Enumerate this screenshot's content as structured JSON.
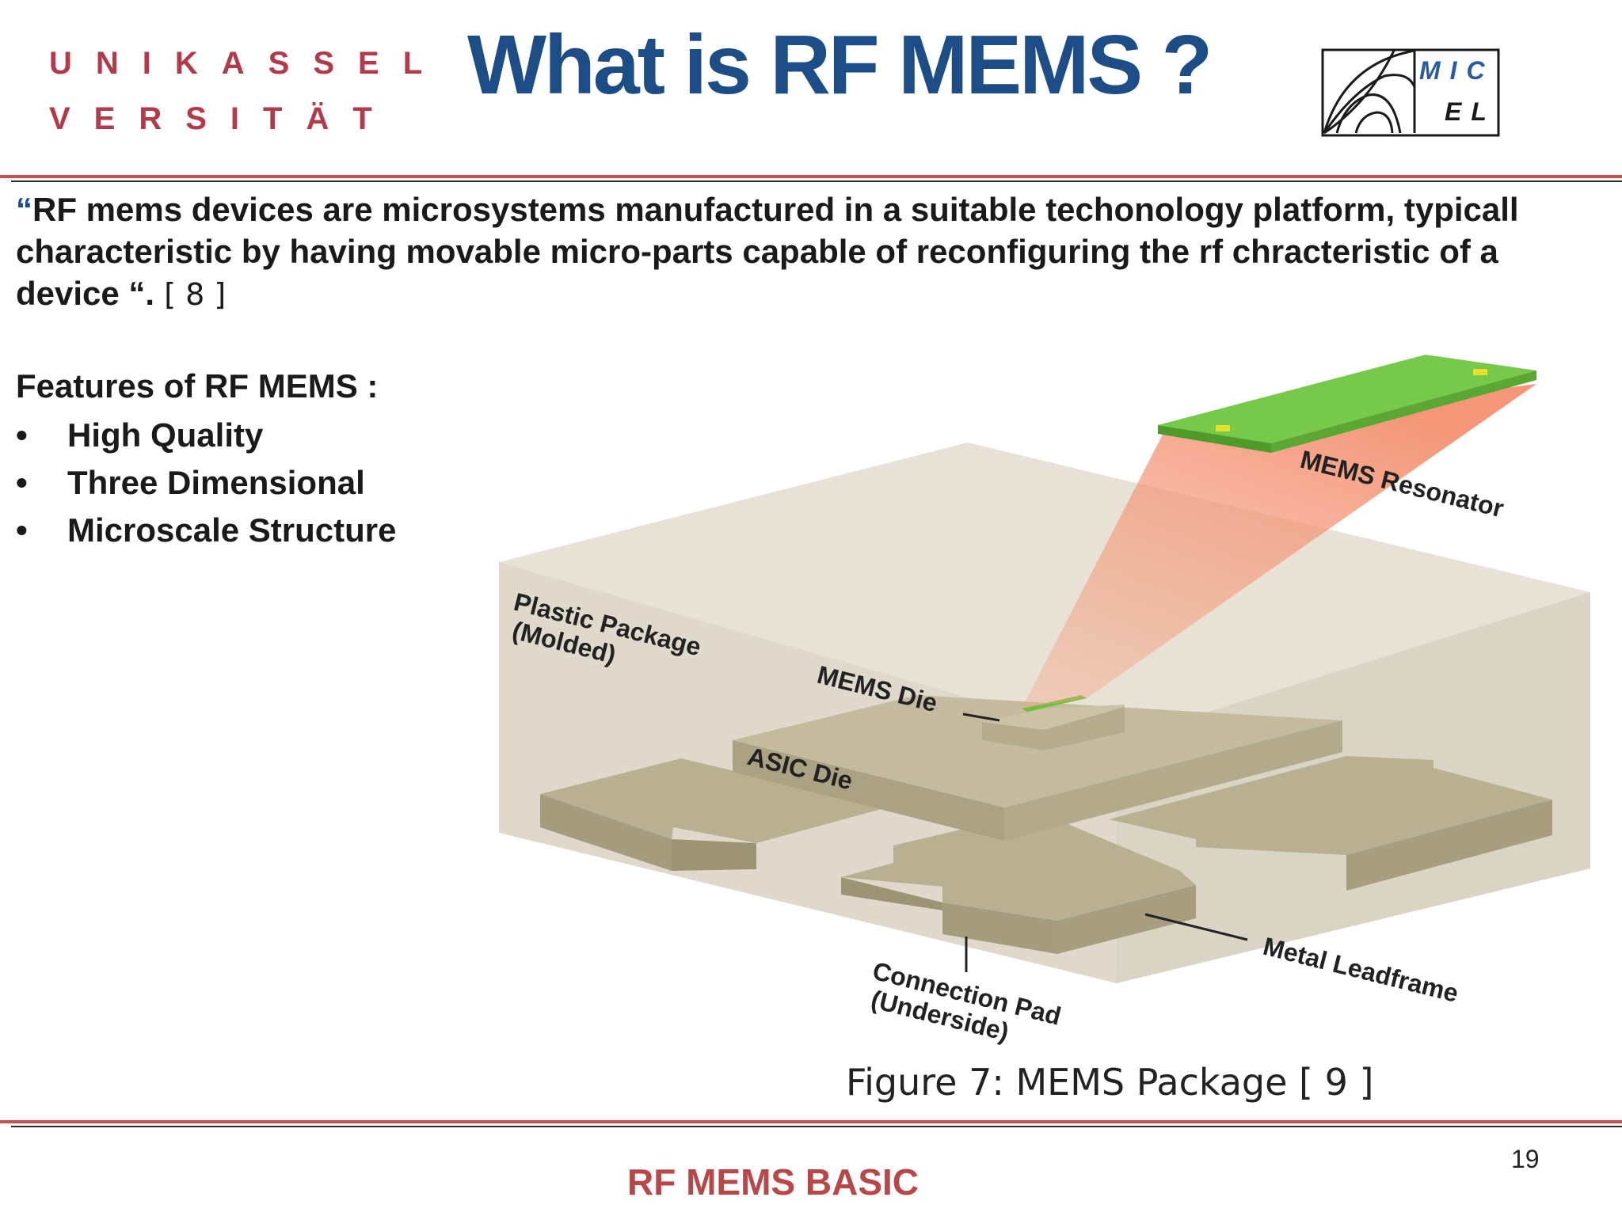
{
  "header": {
    "logo_left_line1": "UNIKASSEL",
    "logo_left_line2": "VERSITÄT",
    "title": "What  is RF MEMS  ?",
    "logo_right_line1": "MIC",
    "logo_right_line2": "EL"
  },
  "quote": {
    "open_mark": "“",
    "text": "RF mems devices are microsystems manufactured in a suitable techonology platform, typicall characteristic  by having movable micro-parts capable of reconfiguring the rf chracteristic of a device “.",
    "ref": " [ 8 ]"
  },
  "features": {
    "title": "Features of RF  MEMS :",
    "bullet": "•",
    "items": [
      "High Quality",
      "Three Dimensional",
      "Microscale Structure"
    ]
  },
  "figure": {
    "label_resonator": "MEMS Resonator",
    "label_package_1": "Plastic Package",
    "label_package_2": "(Molded)",
    "label_mems_die": "MEMS Die",
    "label_asic_die": "ASIC Die",
    "label_leadframe": "Metal Leadframe",
    "label_pad_1": "Connection Pad",
    "label_pad_2": "(Underside)",
    "caption": "Figure 7:  MEMS Package    [ 9 ]"
  },
  "footer": {
    "page_number": "19",
    "text": "RF  MEMS BASIC"
  }
}
